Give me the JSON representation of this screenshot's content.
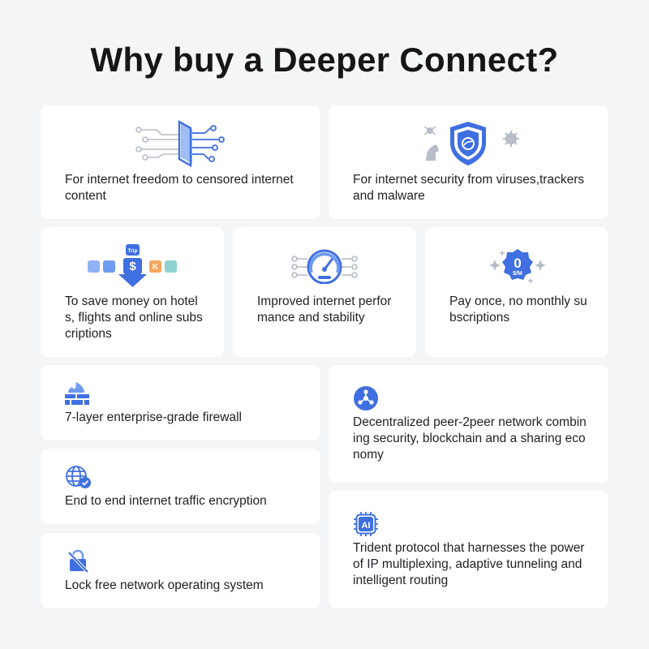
{
  "title": "Why buy a Deeper Connect?",
  "colors": {
    "accent": "#3f6fe0",
    "accent_light": "#6f9bf0",
    "grey_icon": "#b7bcc6",
    "background": "#f4f5f7",
    "card": "#ffffff"
  },
  "cards": [
    {
      "text": "For internet freedom to censored internet content",
      "icon": "freedom-circuit-icon"
    },
    {
      "text": "For internet security from viruses,trackers and malware",
      "icon": "security-shield-icon"
    },
    {
      "text": "To save money on hotels, flights and online subscriptions",
      "icon": "save-money-icon",
      "badge": "Trip",
      "badge2": "K"
    },
    {
      "text": "Improved internet performance and stability",
      "icon": "speedometer-icon"
    },
    {
      "text": "Pay once, no monthly subscriptions",
      "icon": "zero-fee-icon",
      "badge_top": "0",
      "badge_bottom": "$/M"
    },
    {
      "text": "7-layer enterprise-grade firewall",
      "icon": "firewall-icon"
    },
    {
      "text": "Decentralized peer-2peer network combining security, blockchain and a sharing economy",
      "icon": "network-hub-icon"
    },
    {
      "text": "End to end internet traffic encryption",
      "icon": "globe-shield-icon"
    },
    {
      "text": "Trident protocol that harnesses the power of IP multiplexing, adaptive tunneling and intelligent routing",
      "icon": "ai-chip-icon",
      "badge": "AI"
    },
    {
      "text": "Lock free network operating system",
      "icon": "lock-free-icon"
    }
  ]
}
